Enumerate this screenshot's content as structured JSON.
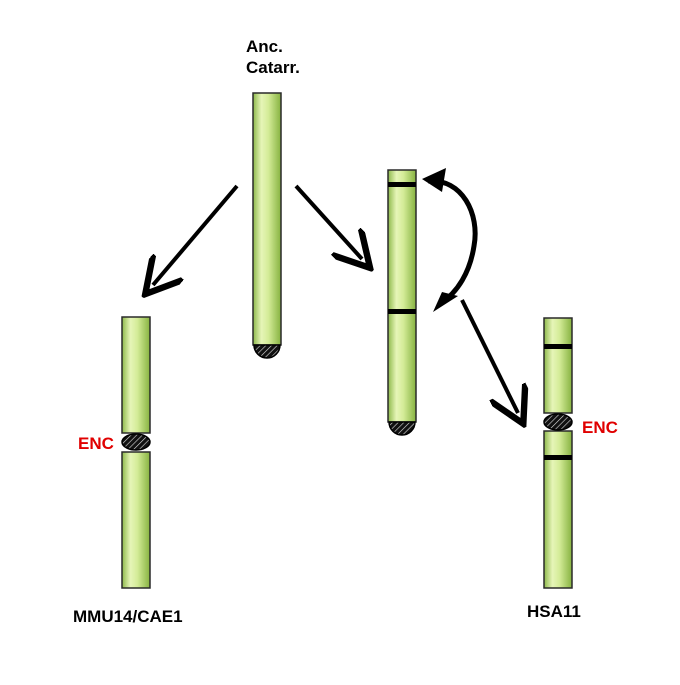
{
  "labels": {
    "ancestor_line1": "Anc.",
    "ancestor_line2": "Catarr.",
    "left_chromosome": "MMU14/CAE1",
    "right_chromosome": "HSA11",
    "left_enc": "ENC",
    "right_enc": "ENC"
  },
  "colors": {
    "chromosome_fill_light": "#eaf7c4",
    "chromosome_fill_mid": "#b5d96a",
    "chromosome_fill_dark": "#7ea83a",
    "band": "#000000",
    "enc_text": "#e00000",
    "arrow": "#000000"
  }
}
